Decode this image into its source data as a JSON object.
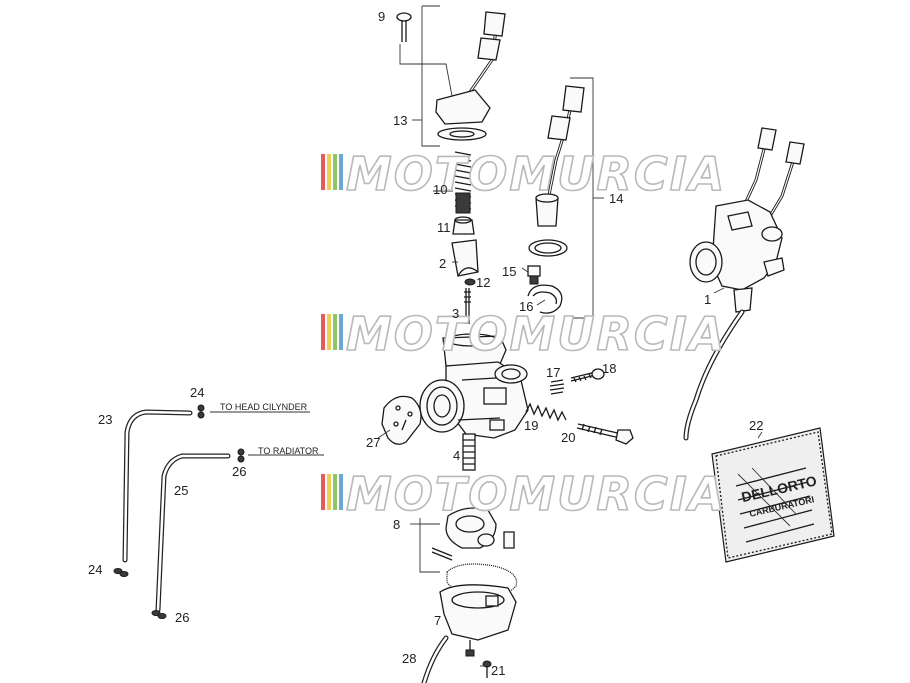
{
  "watermark": {
    "text": "MOTOMURCIA",
    "stripe_colors": [
      "#e35b5b",
      "#f2cf4e",
      "#8fc46b",
      "#6aa7d9"
    ]
  },
  "callouts": {
    "c1": "1",
    "c2": "2",
    "c3": "3",
    "c4": "4",
    "c7": "7",
    "c8": "8",
    "c9": "9",
    "c10": "10",
    "c11": "11",
    "c12": "12",
    "c13": "13",
    "c14": "14",
    "c15": "15",
    "c16": "16",
    "c17": "17",
    "c18": "18",
    "c19": "19",
    "c20": "20",
    "c21": "21",
    "c22": "22",
    "c23": "23",
    "c24a": "24",
    "c24b": "24",
    "c25": "25",
    "c26a": "26",
    "c26b": "26",
    "c27": "27",
    "c28": "28"
  },
  "notes": {
    "head": "TO HEAD CILYNDER",
    "radiator": "TO RADIATOR"
  },
  "manual": {
    "brand": "DELLORTO",
    "subtitle": "CARBURATORI"
  }
}
